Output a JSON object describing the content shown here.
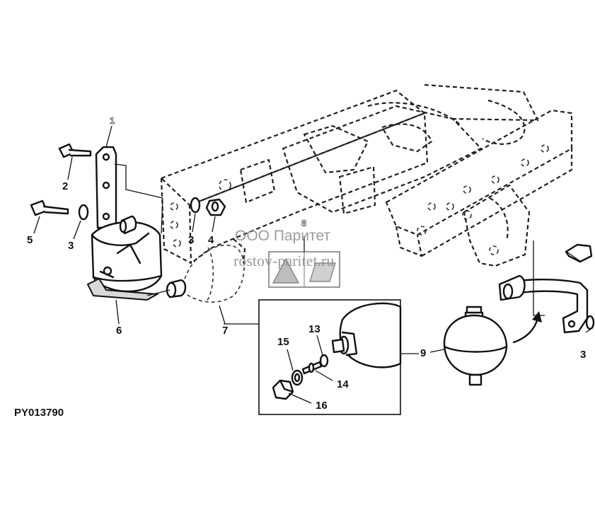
{
  "figure_id": "PY013790",
  "watermark": {
    "company": "ООО Паритет",
    "site": "rostov-paritet.ru"
  },
  "callouts": {
    "c1": "1",
    "c2": "2",
    "c3a": "3",
    "c3b": "3",
    "c3c": "3",
    "c4": "4",
    "c5": "5",
    "c6": "6",
    "c7": "7",
    "c8": "8",
    "c9": "9",
    "c13": "13",
    "c14": "14",
    "c15": "15",
    "c16": "16"
  }
}
